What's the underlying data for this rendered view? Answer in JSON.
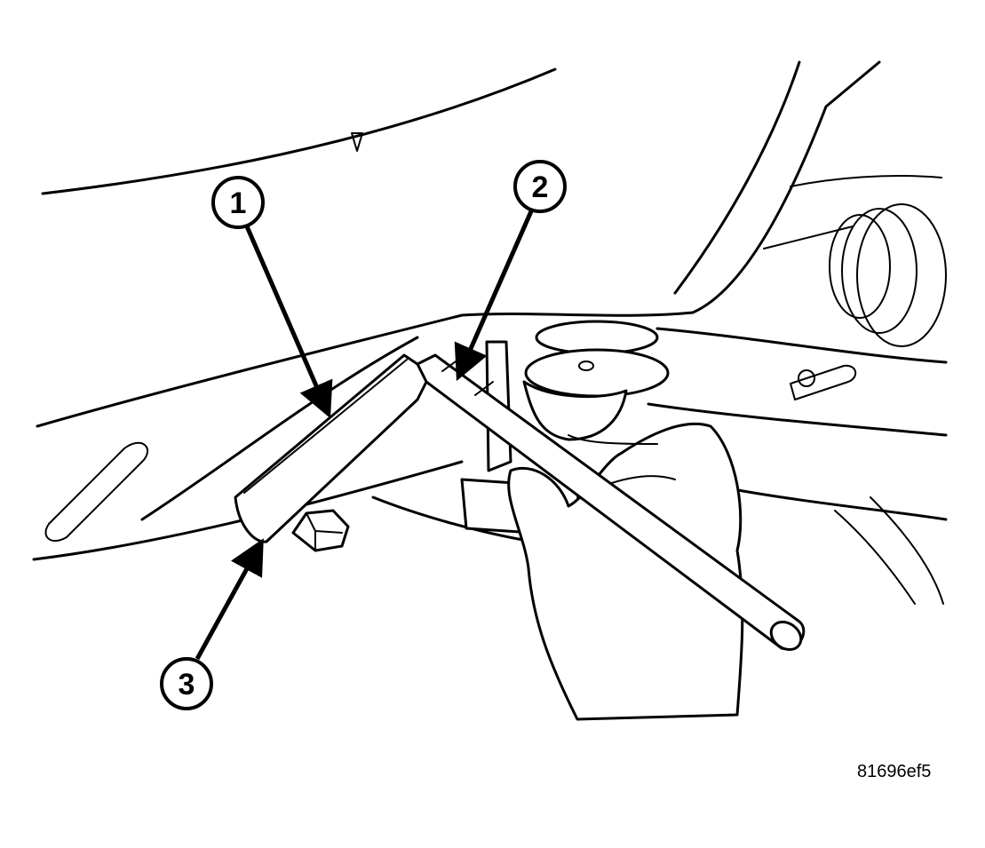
{
  "callouts": [
    {
      "label": "1"
    },
    {
      "label": "2"
    },
    {
      "label": "3"
    }
  ],
  "figure_code": "81696ef5"
}
